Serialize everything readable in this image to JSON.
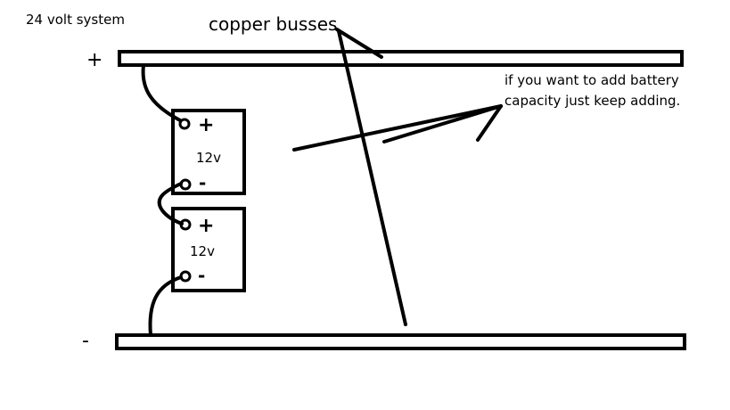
{
  "labels": {
    "system": "24 volt system",
    "busses": "copper busses",
    "plus_terminal": "+",
    "minus_terminal": "-",
    "note_line1": "if you want to add battery",
    "note_line2": "capacity just keep adding."
  },
  "batteries": [
    {
      "voltage": "12v",
      "plus": "+",
      "minus": "-"
    },
    {
      "voltage": "12v",
      "plus": "+",
      "minus": "-"
    }
  ],
  "colors": {
    "ink": "#000000",
    "background": "#ffffff"
  }
}
